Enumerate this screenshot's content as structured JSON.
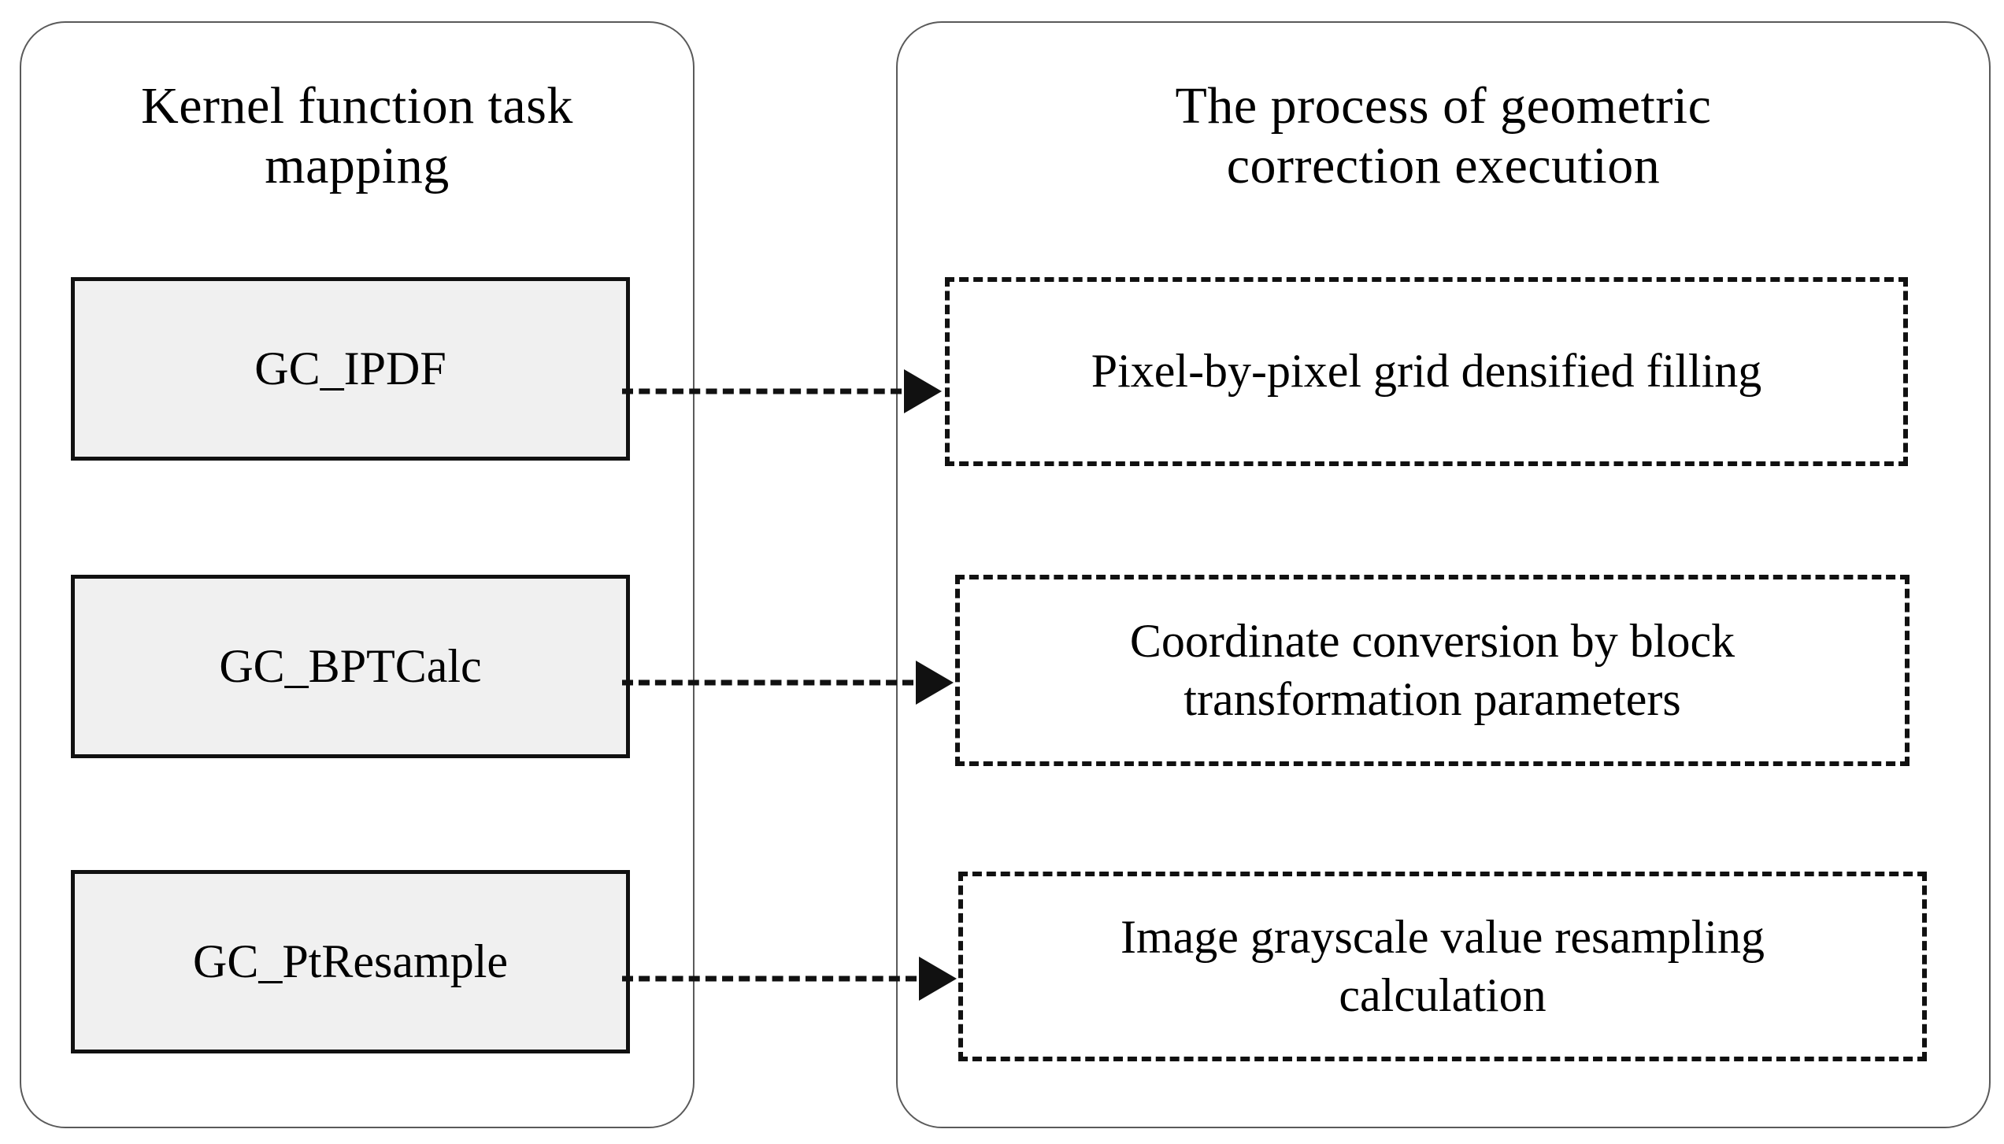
{
  "diagram": {
    "panels": [
      {
        "id": "kernel-mapping",
        "title": "Kernel function task mapping",
        "box_style": "solid-filled",
        "items": [
          {
            "label": "GC_IPDF"
          },
          {
            "label": "GC_BPTCalc"
          },
          {
            "label": "GC_PtResample"
          }
        ]
      },
      {
        "id": "geometric-correction",
        "title": "The process of geometric correction execution",
        "box_style": "dashed",
        "items": [
          {
            "label": "Pixel-by-pixel grid densified filling"
          },
          {
            "label": "Coordinate conversion by block transformation parameters"
          },
          {
            "label": "Image grayscale value resampling calculation"
          }
        ]
      }
    ],
    "connectors": [
      {
        "from": "GC_IPDF",
        "to": "Pixel-by-pixel grid densified filling",
        "style": "dashed-arrow"
      },
      {
        "from": "GC_BPTCalc",
        "to": "Coordinate conversion by block transformation parameters",
        "style": "dashed-arrow"
      },
      {
        "from": "GC_PtResample",
        "to": "Image grayscale value resampling calculation",
        "style": "dashed-arrow"
      }
    ],
    "colors": {
      "panel_border": "#5a5a5a",
      "box_border": "#111111",
      "box_fill": "#f0f0f0",
      "background": "#ffffff",
      "text": "#000000"
    }
  }
}
